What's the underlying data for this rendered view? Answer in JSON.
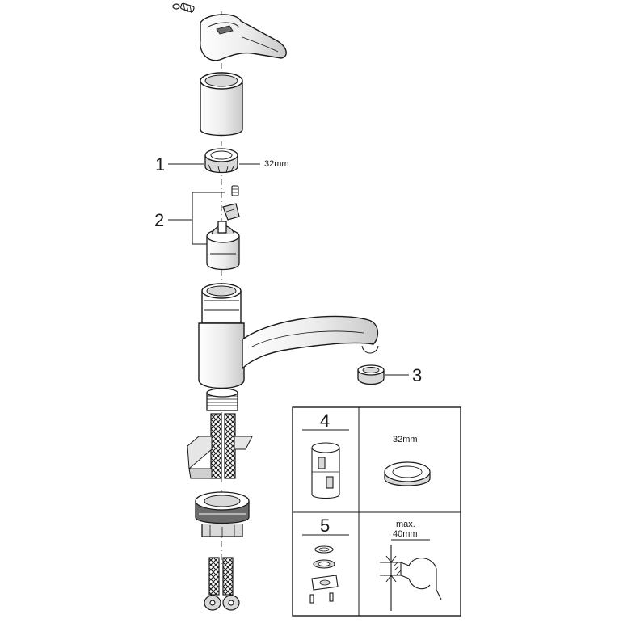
{
  "callouts": {
    "c1": "1",
    "c2": "2",
    "c3": "3",
    "c4": "4",
    "c5": "5"
  },
  "dimensions": {
    "part1_size": "32mm",
    "box_ring_size": "32mm",
    "max_label": "max.",
    "max_value": "40mm"
  },
  "colors": {
    "line": "#1a1a1a",
    "shade": "#d9d9d9",
    "dark": "#6b6b6b"
  }
}
